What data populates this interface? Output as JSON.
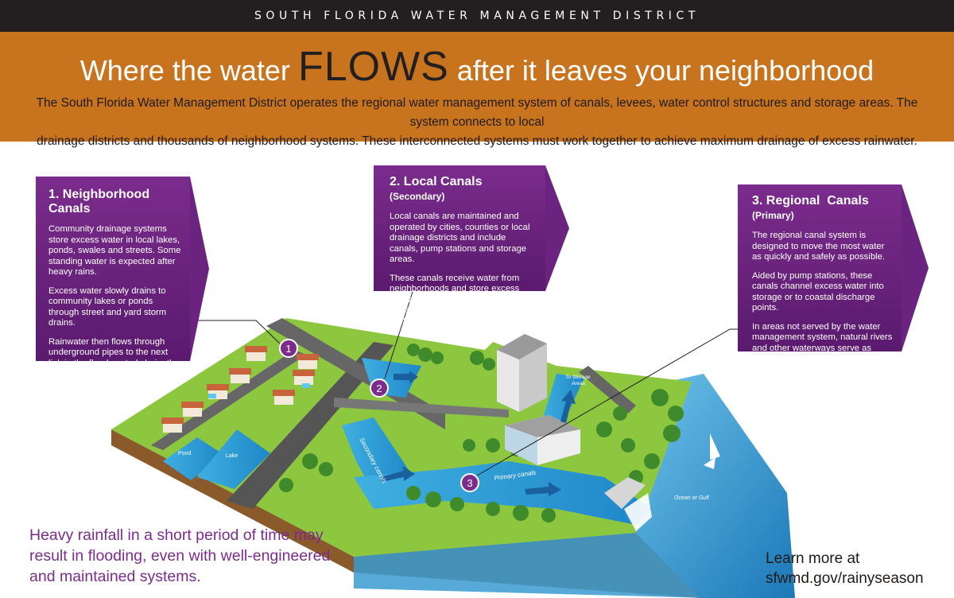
{
  "header": {
    "org": "SOUTH FLORIDA WATER MANAGEMENT DISTRICT",
    "title_pre": "Where the water",
    "title_em": "FLOWS",
    "title_post": "after it leaves your neighborhood",
    "intro_line1": "The South Florida Water Management District operates the regional water management system of canals, levees, water control structures and storage areas. The system connects to local",
    "intro_line2": "drainage districts and thousands of neighborhood systems. These interconnected systems must work together to achieve maximum drainage of excess rainwater."
  },
  "callouts": [
    {
      "title": "1. Neighborhood Canals",
      "subtitle": "",
      "paragraphs": [
        "Community drainage systems store excess water in local lakes, ponds, swales and streets. Some standing water is expected after heavy rains.",
        "Excess water slowly drains to community lakes or ponds through street and yard storm drains.",
        "Rainwater then flows through underground pipes to the next link in the flood control chain: the local canals."
      ]
    },
    {
      "title": "2. Local Canals",
      "subtitle": "(Secondary)",
      "paragraphs": [
        "Local canals are maintained and operated by cities, counties or local drainage districts and include canals, pump stations and storage areas.",
        "These canals receive water from neighborhoods and store excess water or move it to the larger-capacity regional flood control system."
      ]
    },
    {
      "title": "3. Regional  Canals",
      "subtitle": "(Primary)",
      "paragraphs": [
        "The regional canal system is designed to move the most water as quickly and safely as possible.",
        "Aided by pump stations, these canals channel excess water into storage or to coastal discharge points.",
        "In areas not served by the water management system, natural rivers and other waterways serve as drainage outlets."
      ]
    }
  ],
  "map_labels": {
    "marker1": "1",
    "marker2": "2",
    "marker3": "3",
    "pond": "Pond",
    "lake": "Lake",
    "secondary": "Secondary canals",
    "primary": "Primary canals",
    "storage_line1": "To Storage",
    "storage_line2": "Areas",
    "ocean": "Ocean or Gulf"
  },
  "footer": {
    "warning": "Heavy rainfall in a short period of time may result in flooding, even with well-engineered and maintained systems.",
    "learn_line1": "Learn more at",
    "learn_line2": "sfwmd.gov/rainyseason"
  },
  "colors": {
    "banner": "#c8731e",
    "callout": "#6b2380",
    "topbar": "#231f20",
    "water": "#2f9fd6",
    "grass": "#7cc242"
  }
}
